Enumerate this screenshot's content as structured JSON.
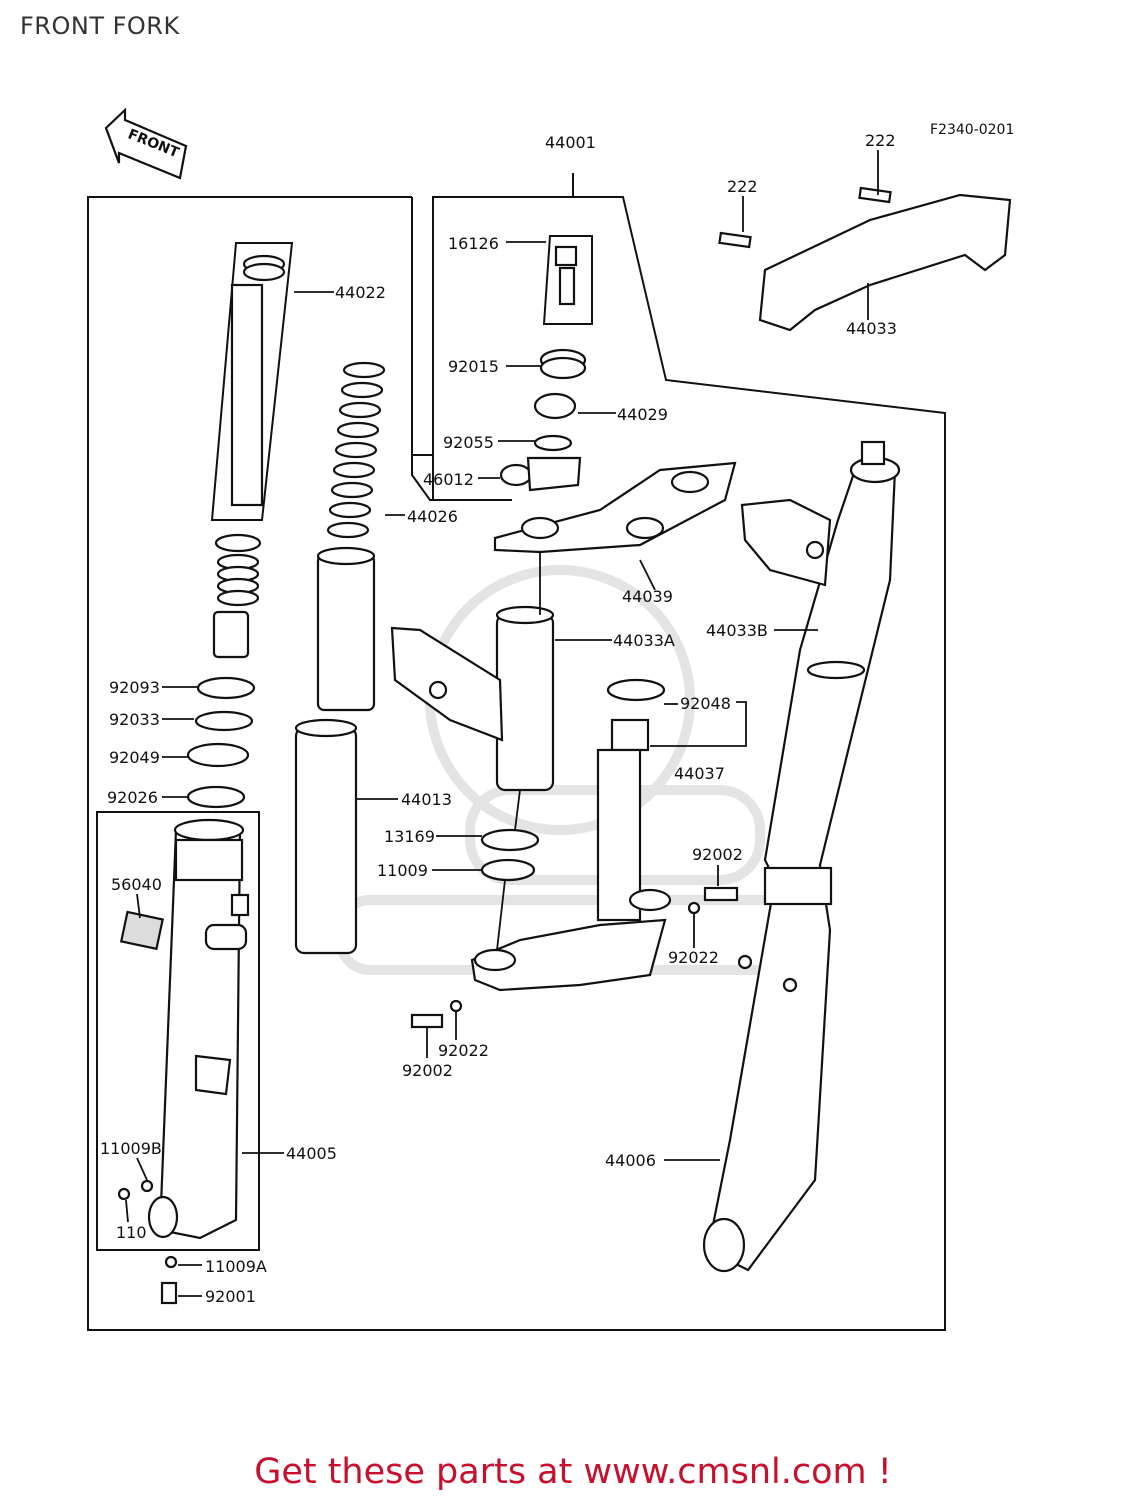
{
  "page": {
    "title": "FRONT FORK"
  },
  "diagram": {
    "code": "F2340-0201",
    "front_arrow": "FRONT",
    "parts": {
      "p44001": "44001",
      "p16126": "16126",
      "p92015": "92015",
      "p44029": "44029",
      "p92055": "92055",
      "p46012": "46012",
      "p44022": "44022",
      "p44026": "44026",
      "p44039": "44039",
      "p44033A": "44033A",
      "p44033B": "44033B",
      "p44033": "44033",
      "p222a": "222",
      "p222b": "222",
      "p92093": "92093",
      "p92033": "92033",
      "p92049": "92049",
      "p92026": "92026",
      "p92048": "92048",
      "p44037": "44037",
      "p44013": "44013",
      "p13169": "13169",
      "p11009": "11009",
      "p56040": "56040",
      "p92002a": "92002",
      "p92022a": "92022",
      "p92022b": "92022",
      "p92002b": "92002",
      "p11009B": "11009B",
      "p110": "110",
      "p44005": "44005",
      "p11009A": "11009A",
      "p92001": "92001",
      "p44006": "44006"
    }
  },
  "footer": {
    "promo": "Get these parts at www.cmsnl.com !"
  }
}
